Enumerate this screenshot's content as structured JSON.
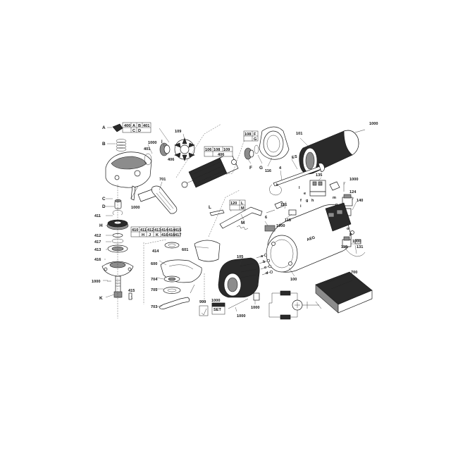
{
  "labels": {
    "A": "A",
    "B": "B",
    "C": "C",
    "D": "D",
    "E": "E",
    "F": "F",
    "G": "G",
    "H": "H",
    "J": "J",
    "K": "K",
    "L": "L",
    "M": "M",
    "S": "S",
    "p100": "100",
    "p101": "101",
    "p105": "105",
    "p106": "106",
    "p109": "109",
    "p116": "116",
    "p118_a": "118",
    "p118_b": "118",
    "p124": "124",
    "p131_a": "131",
    "p131_b": "131",
    "p135": "135",
    "p140": "140",
    "p401": "401",
    "p406": "406",
    "p411": "411",
    "p412": "412",
    "p413": "413",
    "p414": "414",
    "p415": "415",
    "p416": "416",
    "p417": "417",
    "p600": "600",
    "p601": "601",
    "p6": "6",
    "p4": "4",
    "p700": "700",
    "p701": "701",
    "p703": "703",
    "p704": "704",
    "p705": "705",
    "p999": "999",
    "p1000_a": "1000",
    "p1000_b": "1000",
    "p1000_c": "1000",
    "p1000_d": "1000",
    "p1000_e": "1000",
    "p1000_f": "1000",
    "p1000_g": "1000",
    "p1000_h": "1000",
    "p1000_i": "1000",
    "p1000_j": "1000",
    "small_a": "a",
    "small_b": "b",
    "small_c": "c",
    "small_d": "d",
    "small_e": "e",
    "small_f": "f",
    "small_g": "g",
    "small_h": "h",
    "small_i": "i",
    "small_j": "j",
    "small_k": "k",
    "small_l": "l",
    "small_m": "m",
    "small_n": "n",
    "small_o": "o",
    "small_p": "p"
  },
  "table_400": [
    [
      "400",
      "A",
      "B",
      "401"
    ],
    [
      "",
      "C",
      "D",
      ""
    ]
  ],
  "table_106": [
    [
      "106",
      "108",
      "109"
    ],
    [
      "",
      "",
      "406"
    ]
  ],
  "table_108": [
    [
      "108",
      "F"
    ],
    [
      "",
      "G"
    ]
  ],
  "table_120": [
    [
      "120",
      "L"
    ],
    [
      "",
      "M"
    ]
  ],
  "table_410": [
    [
      "410",
      "411",
      "412",
      "413",
      "414",
      "414",
      "415"
    ],
    [
      "",
      "H",
      "J",
      "K",
      "416",
      "416",
      "417"
    ]
  ],
  "set_label": "SET",
  "brand_mark": "AEG",
  "colors": {
    "ink": "#1a1a1a",
    "fill_dark": "#2a2a2a",
    "fill_mid": "#8c8c8c",
    "paper": "#ffffff"
  }
}
